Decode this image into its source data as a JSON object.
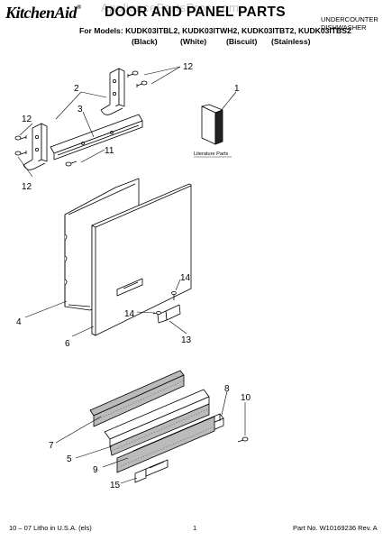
{
  "header": {
    "brand": "KitchenAid",
    "brand_mark": "®",
    "title": "DOOR AND PANEL PARTS",
    "watermark": "AppliancePartsPros.com",
    "category_line1": "UNDERCOUNTER",
    "category_line2": "DISHWASHER",
    "models_label": "For Models: KUDK03ITBL2, KUDK03ITWH2, KUDK03ITBT2, KUDK03ITBS2",
    "colors": [
      "(Black)",
      "(White)",
      "(Biscuit)",
      "(Stainless)"
    ]
  },
  "diagram": {
    "literature_label": "Literature Parts",
    "callouts": [
      "12",
      "2",
      "1",
      "12",
      "3",
      "11",
      "12",
      "4",
      "6",
      "14",
      "14",
      "13",
      "8",
      "10",
      "7",
      "5",
      "9",
      "15"
    ]
  },
  "footer": {
    "left": "10 – 07 Litho in U.S.A. (els)",
    "page": "1",
    "part_no": "Part No. W10169236 Rev. A"
  }
}
